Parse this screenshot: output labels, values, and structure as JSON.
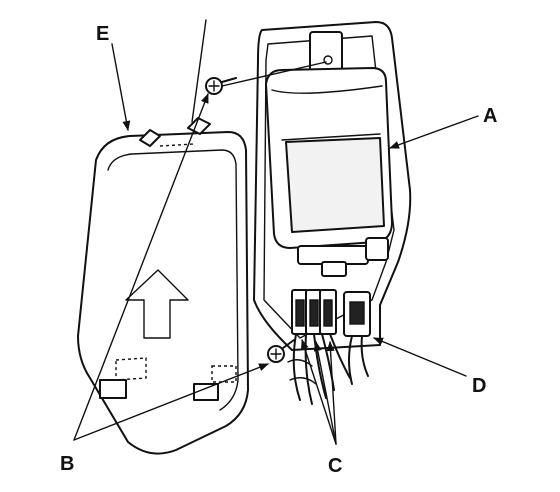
{
  "labels": {
    "a": "A",
    "b": "B",
    "c": "C",
    "d": "D",
    "e": "E"
  },
  "colors": {
    "ink": "#111111",
    "background": "#ffffff"
  }
}
